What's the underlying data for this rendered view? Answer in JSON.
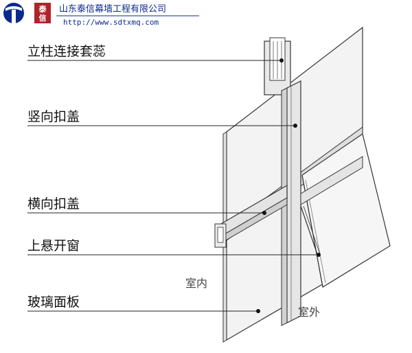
{
  "header": {
    "stamp_char": "泰信",
    "company_name": "山东泰信幕墙工程有限公司",
    "url": "http://www.sdtxmq.com",
    "brand_color": "#0a2a8f",
    "stamp_color": "#b0232a"
  },
  "callouts": [
    {
      "id": "column-connector",
      "label": "立柱连接套蕊"
    },
    {
      "id": "vertical-cover",
      "label": "竖向扣盖"
    },
    {
      "id": "horizontal-cover",
      "label": "横向扣盖"
    },
    {
      "id": "top-hung-window",
      "label": "上悬开窗"
    },
    {
      "id": "glass-panel",
      "label": "玻璃面板"
    }
  ],
  "sides": {
    "indoor": "室内",
    "outdoor": "室外"
  }
}
